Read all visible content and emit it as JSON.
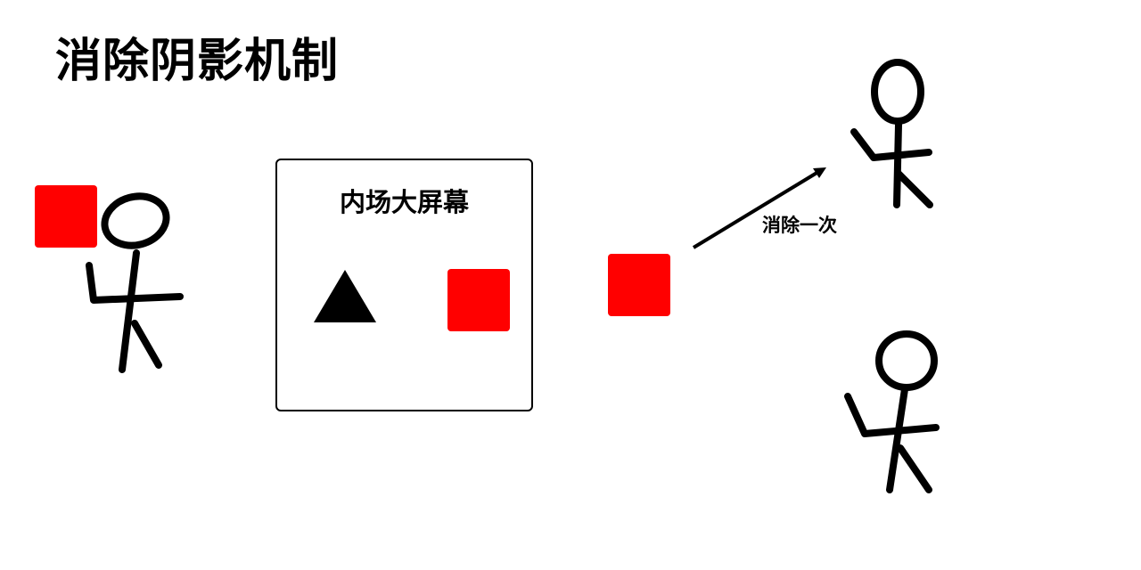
{
  "title": "消除阴影机制",
  "screen": {
    "title": "内场大屏幕"
  },
  "arrow_label": "消除一次",
  "colors": {
    "red_square": "#ff0000",
    "stroke": "#000000"
  }
}
